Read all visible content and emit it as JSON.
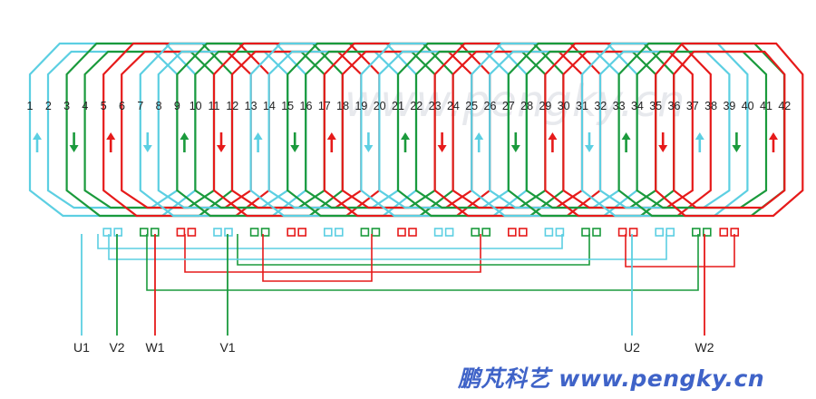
{
  "slots": [
    "1",
    "2",
    "3",
    "4",
    "5",
    "6",
    "7",
    "8",
    "9",
    "10",
    "11",
    "12",
    "13",
    "14",
    "15",
    "16",
    "17",
    "18",
    "19",
    "20",
    "21",
    "22",
    "23",
    "24",
    "25",
    "26",
    "27",
    "28",
    "29",
    "30",
    "31",
    "32",
    "33",
    "34",
    "35",
    "36",
    "37",
    "38",
    "39",
    "40",
    "41",
    "42"
  ],
  "colors": {
    "U": "#5ccfe2",
    "V": "#1a9a3c",
    "W": "#e61a1a"
  },
  "coil_groups": [
    {
      "phase": "U",
      "slot_a": 1,
      "slot_b": 9,
      "coils": 2
    },
    {
      "phase": "V",
      "slot_a": 3,
      "slot_b": 11,
      "coils": 2
    },
    {
      "phase": "W",
      "slot_a": 5,
      "slot_b": 13,
      "coils": 2
    },
    {
      "phase": "U",
      "slot_a": 7,
      "slot_b": 15,
      "coils": 2
    },
    {
      "phase": "V",
      "slot_a": 9,
      "slot_b": 17,
      "coils": 2
    },
    {
      "phase": "W",
      "slot_a": 11,
      "slot_b": 19,
      "coils": 2
    },
    {
      "phase": "U",
      "slot_a": 13,
      "slot_b": 21,
      "coils": 2
    },
    {
      "phase": "V",
      "slot_a": 15,
      "slot_b": 23,
      "coils": 2
    },
    {
      "phase": "W",
      "slot_a": 17,
      "slot_b": 25,
      "coils": 2
    },
    {
      "phase": "U",
      "slot_a": 19,
      "slot_b": 27,
      "coils": 2
    },
    {
      "phase": "V",
      "slot_a": 21,
      "slot_b": 29,
      "coils": 2
    },
    {
      "phase": "W",
      "slot_a": 23,
      "slot_b": 31,
      "coils": 2
    },
    {
      "phase": "U",
      "slot_a": 25,
      "slot_b": 33,
      "coils": 2
    },
    {
      "phase": "V",
      "slot_a": 27,
      "slot_b": 35,
      "coils": 2
    },
    {
      "phase": "W",
      "slot_a": 29,
      "slot_b": 37,
      "coils": 2
    },
    {
      "phase": "U",
      "slot_a": 31,
      "slot_b": 39,
      "coils": 2
    },
    {
      "phase": "V",
      "slot_a": 33,
      "slot_b": 41,
      "coils": 2
    },
    {
      "phase": "W",
      "slot_a": 35,
      "slot_b": 42,
      "coils": 2
    }
  ],
  "arrows": [
    {
      "slot": 1,
      "phase": "U",
      "dir": "up"
    },
    {
      "slot": 3,
      "phase": "V",
      "dir": "down"
    },
    {
      "slot": 5,
      "phase": "W",
      "dir": "up"
    },
    {
      "slot": 7,
      "phase": "U",
      "dir": "down"
    },
    {
      "slot": 9,
      "phase": "V",
      "dir": "up"
    },
    {
      "slot": 11,
      "phase": "W",
      "dir": "down"
    },
    {
      "slot": 13,
      "phase": "U",
      "dir": "up"
    },
    {
      "slot": 15,
      "phase": "V",
      "dir": "down"
    },
    {
      "slot": 17,
      "phase": "W",
      "dir": "up"
    },
    {
      "slot": 19,
      "phase": "U",
      "dir": "down"
    },
    {
      "slot": 21,
      "phase": "V",
      "dir": "up"
    },
    {
      "slot": 23,
      "phase": "W",
      "dir": "down"
    },
    {
      "slot": 25,
      "phase": "U",
      "dir": "up"
    },
    {
      "slot": 27,
      "phase": "V",
      "dir": "down"
    },
    {
      "slot": 29,
      "phase": "W",
      "dir": "up"
    },
    {
      "slot": 31,
      "phase": "U",
      "dir": "down"
    },
    {
      "slot": 33,
      "phase": "V",
      "dir": "up"
    },
    {
      "slot": 35,
      "phase": "W",
      "dir": "down"
    },
    {
      "slot": 37,
      "phase": "U",
      "dir": "up"
    },
    {
      "slot": 39,
      "phase": "V",
      "dir": "down"
    },
    {
      "slot": 41,
      "phase": "W",
      "dir": "up"
    }
  ],
  "terminals": [
    {
      "label": "U1",
      "phase": "U"
    },
    {
      "label": "V2",
      "phase": "V"
    },
    {
      "label": "W1",
      "phase": "W"
    },
    {
      "label": "V1",
      "phase": "V"
    },
    {
      "label": "U2",
      "phase": "U"
    },
    {
      "label": "W2",
      "phase": "W"
    }
  ],
  "watermark": "www.pengky.cn",
  "brand": "鹏芃科艺 www.pengky.cn"
}
